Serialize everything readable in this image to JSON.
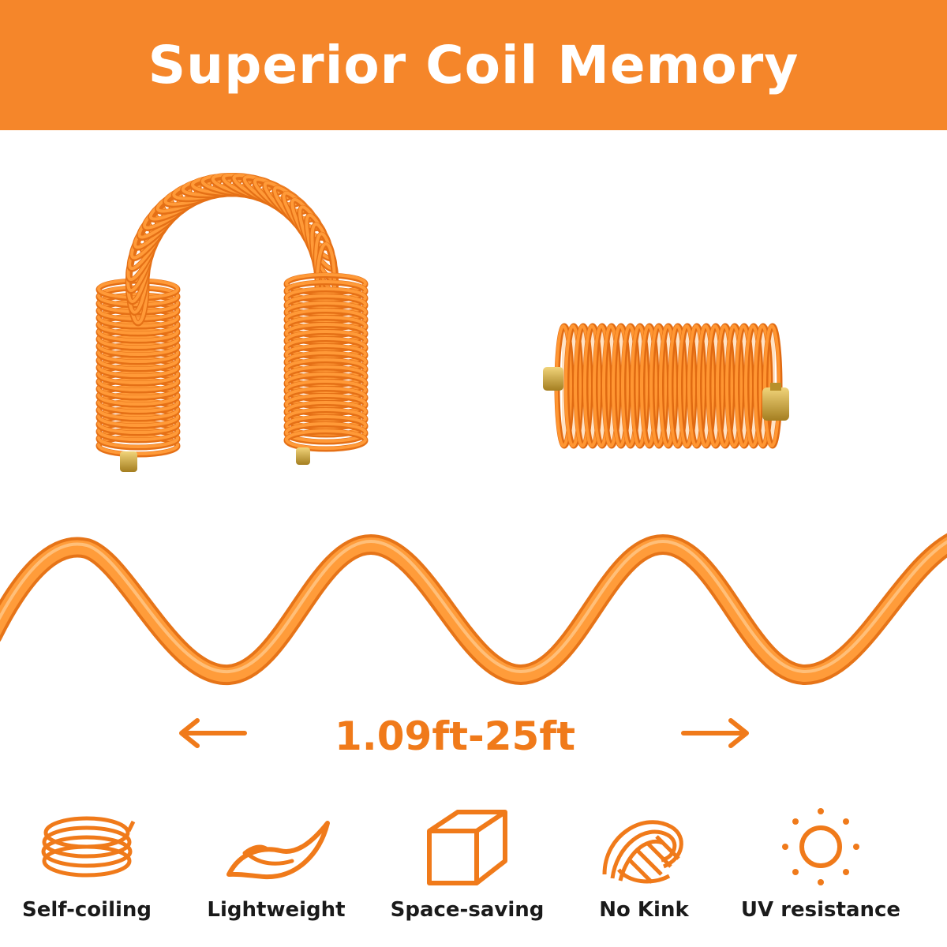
{
  "header": {
    "title": "Superior Coil Memory"
  },
  "length": {
    "label": "1.09ft-25ft"
  },
  "features": [
    {
      "label": "Self-coiling",
      "icon": "coil-icon"
    },
    {
      "label": "Lightweight",
      "icon": "feather-icon"
    },
    {
      "label": "Space-saving",
      "icon": "cube-icon"
    },
    {
      "label": "No Kink",
      "icon": "rope-knot-icon"
    },
    {
      "label": "UV resistance",
      "icon": "sun-icon"
    }
  ],
  "colors": {
    "brand": "#f5862a",
    "hose": "#ff9430",
    "brass": "#c9a23a",
    "text": "#1a1a1a"
  }
}
